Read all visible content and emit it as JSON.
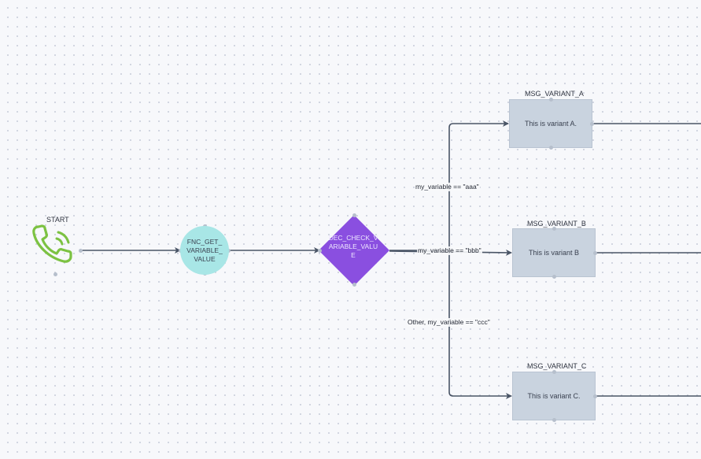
{
  "nodes": {
    "start": {
      "label": "START",
      "icon": "phone-icon",
      "color": "#7cc242"
    },
    "function": {
      "text": "FNC_GET_VARIABLE_VALUE",
      "color": "#a8e6e6"
    },
    "decision": {
      "text": "DEC_CHECK_VARIABLE_VALUE",
      "color": "#8a4fe0"
    },
    "msg_a": {
      "title": "MSG_VARIANT_A",
      "text": "This is variant A."
    },
    "msg_b": {
      "title": "MSG_VARIANT_B",
      "text": "This is variant B"
    },
    "msg_c": {
      "title": "MSG_VARIANT_C",
      "text": "This is variant C."
    }
  },
  "edges": {
    "to_a": "my_variable == \"aaa\"",
    "to_b": "my_variable == \"bbb\"",
    "to_c": "Other, my_variable == \"ccc\""
  },
  "colors": {
    "edge": "#4a5566",
    "msg_fill": "#c9d3df",
    "background": "#f7f8fb"
  }
}
